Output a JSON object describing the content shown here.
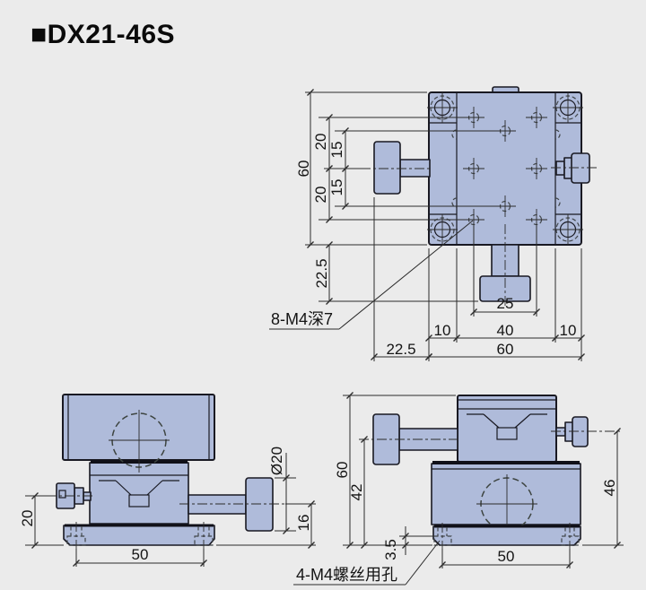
{
  "title": "■DX21-46S",
  "colors": {
    "background": "#ebebeb",
    "part_fill": "#afbbda",
    "outline": "#191922",
    "dimension": "#2b2b2b"
  },
  "top_view": {
    "hole_label": "8-M4深7",
    "dims": {
      "total_height": "60",
      "row20_top": "20",
      "row15_top": "15",
      "row15_bottom": "15",
      "row20_bottom": "20",
      "knob_offset_v": "22.5",
      "hole_cols": "25",
      "mid_span": "40",
      "inset_left": "10",
      "inset_right": "10",
      "total_width": "60",
      "knob_offset_h": "22.5"
    }
  },
  "front_view": {
    "dims": {
      "axis_to_base": "20",
      "hole_spacing": "50",
      "knob_diameter": "Ø20",
      "axis_height": "16"
    }
  },
  "side_view": {
    "hole_label": "4-M4螺丝用孔",
    "dims": {
      "total_height": "60",
      "left_axis_height": "42",
      "right_axis_height": "46",
      "counterbore_depth": "3.5",
      "hole_spacing": "50"
    }
  }
}
